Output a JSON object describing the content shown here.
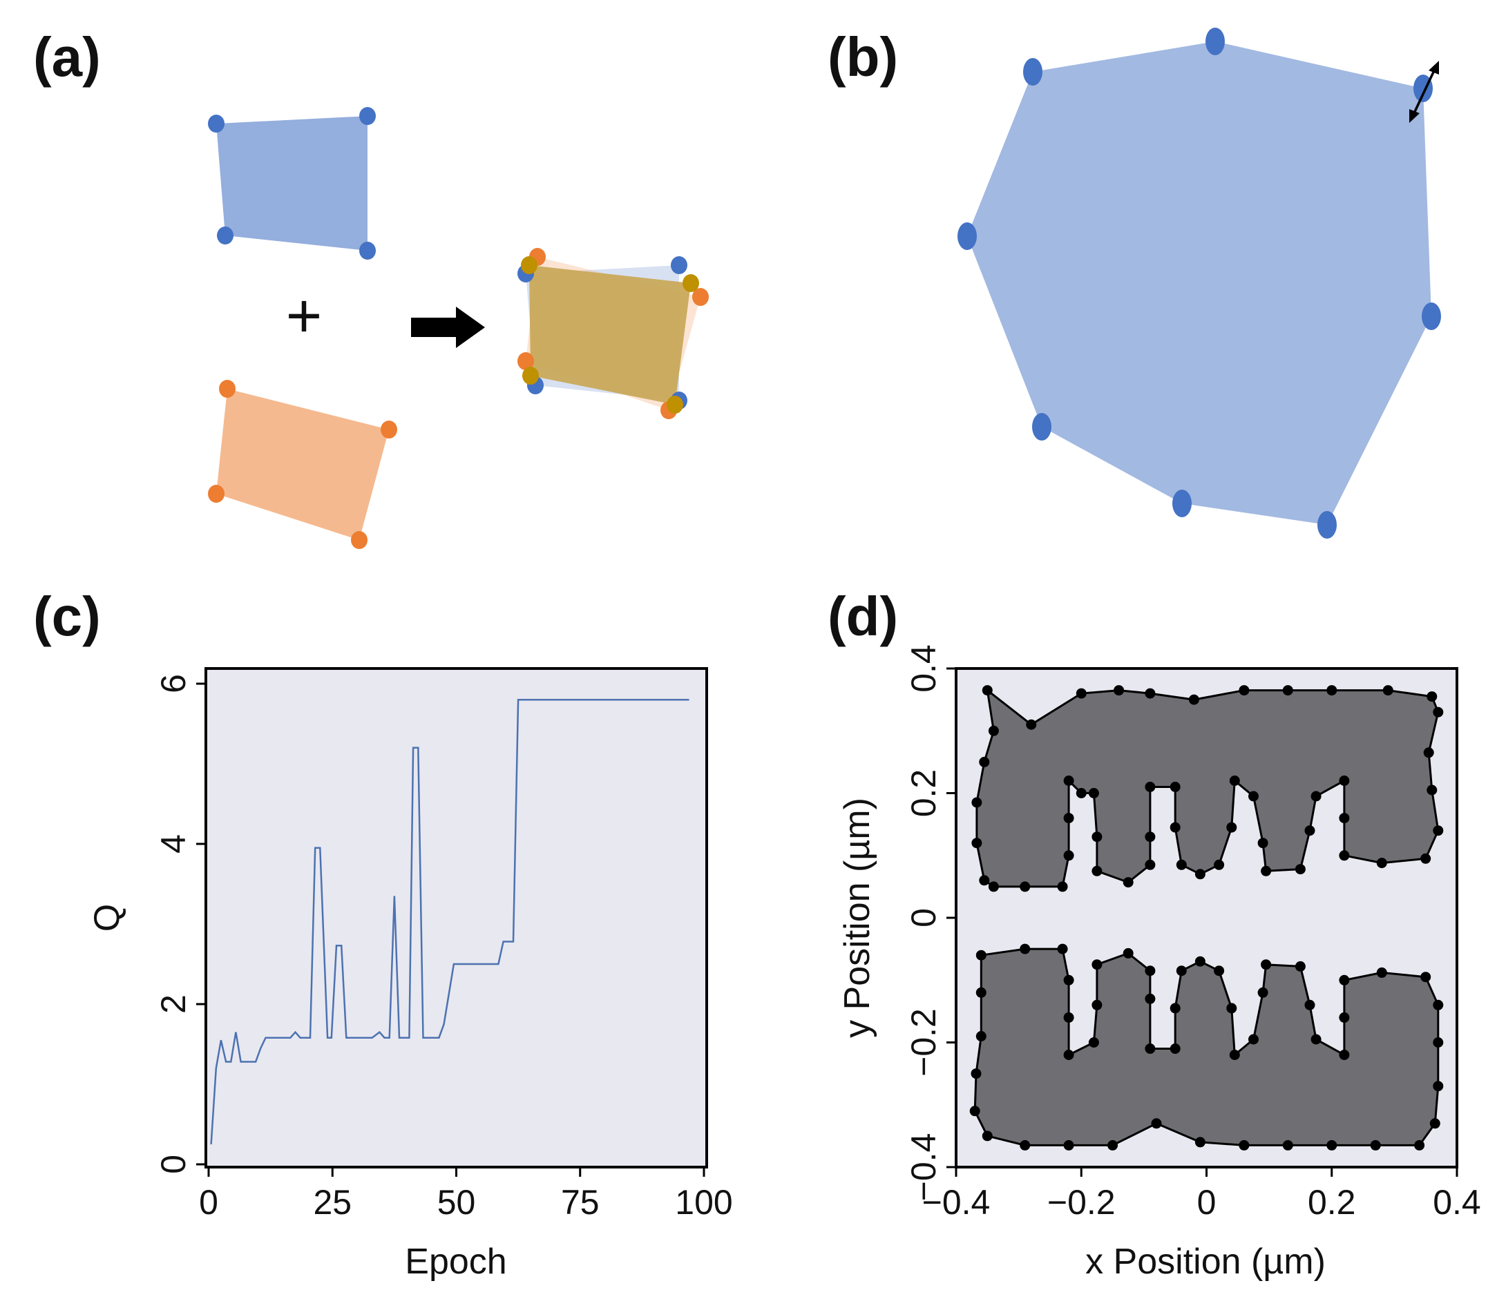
{
  "panels": {
    "a": {
      "label": "(a)",
      "plus_symbol": "+"
    },
    "b": {
      "label": "(b)"
    },
    "c": {
      "label": "(c)"
    },
    "d": {
      "label": "(d)"
    }
  },
  "colors": {
    "blue": "#4472c4",
    "blue_fill": "#8eaadb",
    "orange": "#ed7d31",
    "orange_fill": "#f4b183",
    "olive": "#bf9000",
    "olive_fill": "#c9a95a",
    "plot_bg": "#e8e8f1",
    "line_blue": "#4c72b0",
    "shape_gray": "#6e6e73",
    "black": "#000000"
  },
  "chart_data": [
    {
      "panel": "c",
      "type": "line",
      "xlabel": "Epoch",
      "ylabel": "Q",
      "xlim": [
        0,
        100
      ],
      "ylim": [
        0,
        6
      ],
      "xticks": [
        0,
        25,
        50,
        75,
        100
      ],
      "yticks": [
        0,
        2,
        4,
        6
      ],
      "grid": false,
      "series": [
        {
          "points": [
            [
              0.5,
              0.25
            ],
            [
              1.5,
              1.2
            ],
            [
              2.5,
              1.55
            ],
            [
              3.5,
              1.28
            ],
            [
              4.5,
              1.28
            ],
            [
              5.5,
              1.65
            ],
            [
              6.5,
              1.28
            ],
            [
              9.5,
              1.28
            ],
            [
              10.5,
              1.45
            ],
            [
              11.5,
              1.58
            ],
            [
              16.5,
              1.58
            ],
            [
              17.5,
              1.65
            ],
            [
              18.5,
              1.58
            ],
            [
              20.5,
              1.58
            ],
            [
              21.5,
              3.95
            ],
            [
              22.5,
              3.95
            ],
            [
              24,
              1.58
            ],
            [
              24.8,
              1.58
            ],
            [
              25.8,
              2.73
            ],
            [
              26.8,
              2.73
            ],
            [
              27.8,
              1.58
            ],
            [
              33,
              1.58
            ],
            [
              34.5,
              1.65
            ],
            [
              35.5,
              1.58
            ],
            [
              36.5,
              1.58
            ],
            [
              37.5,
              3.35
            ],
            [
              38.5,
              1.58
            ],
            [
              40.5,
              1.58
            ],
            [
              41.3,
              5.2
            ],
            [
              42.3,
              5.2
            ],
            [
              43.3,
              1.58
            ],
            [
              46.5,
              1.58
            ],
            [
              47.5,
              1.75
            ],
            [
              49.5,
              2.5
            ],
            [
              58.5,
              2.5
            ],
            [
              59.5,
              2.78
            ],
            [
              61.5,
              2.78
            ],
            [
              62.5,
              5.8
            ],
            [
              97,
              5.8
            ]
          ]
        }
      ]
    },
    {
      "panel": "d",
      "type": "area",
      "xlabel": "x Position (µm)",
      "ylabel": "y Position (µm)",
      "xlim": [
        -0.4,
        0.4
      ],
      "ylim": [
        -0.4,
        0.4
      ],
      "xticks": [
        "−0.4",
        "−0.2",
        "0",
        "0.2",
        "0.4"
      ],
      "yticks": [
        "−0.4",
        "−0.2",
        "0",
        "0.2",
        "0.4"
      ],
      "xtick_values": [
        -0.4,
        -0.2,
        0,
        0.2,
        0.4
      ],
      "ytick_values": [
        -0.4,
        -0.2,
        0,
        0.2,
        0.4
      ],
      "grid": false,
      "polygons": [
        [
          [
            -0.35,
            0.365
          ],
          [
            -0.34,
            0.3
          ],
          [
            -0.355,
            0.25
          ],
          [
            -0.367,
            0.185
          ],
          [
            -0.367,
            0.12
          ],
          [
            -0.355,
            0.06
          ],
          [
            -0.34,
            0.05
          ],
          [
            -0.29,
            0.05
          ],
          [
            -0.23,
            0.05
          ],
          [
            -0.22,
            0.1
          ],
          [
            -0.22,
            0.16
          ],
          [
            -0.22,
            0.22
          ],
          [
            -0.2,
            0.2
          ],
          [
            -0.18,
            0.2
          ],
          [
            -0.175,
            0.13
          ],
          [
            -0.175,
            0.075
          ],
          [
            -0.125,
            0.057
          ],
          [
            -0.09,
            0.085
          ],
          [
            -0.09,
            0.13
          ],
          [
            -0.09,
            0.21
          ],
          [
            -0.05,
            0.21
          ],
          [
            -0.05,
            0.145
          ],
          [
            -0.04,
            0.085
          ],
          [
            -0.01,
            0.07
          ],
          [
            0.02,
            0.085
          ],
          [
            0.04,
            0.145
          ],
          [
            0.045,
            0.22
          ],
          [
            0.075,
            0.195
          ],
          [
            0.09,
            0.12
          ],
          [
            0.095,
            0.075
          ],
          [
            0.15,
            0.078
          ],
          [
            0.165,
            0.14
          ],
          [
            0.175,
            0.195
          ],
          [
            0.22,
            0.22
          ],
          [
            0.22,
            0.16
          ],
          [
            0.22,
            0.1
          ],
          [
            0.28,
            0.088
          ],
          [
            0.35,
            0.095
          ],
          [
            0.37,
            0.14
          ],
          [
            0.36,
            0.205
          ],
          [
            0.355,
            0.265
          ],
          [
            0.37,
            0.33
          ],
          [
            0.36,
            0.355
          ],
          [
            0.29,
            0.365
          ],
          [
            0.2,
            0.365
          ],
          [
            0.13,
            0.365
          ],
          [
            0.06,
            0.365
          ],
          [
            -0.02,
            0.35
          ],
          [
            -0.09,
            0.36
          ],
          [
            -0.14,
            0.365
          ],
          [
            -0.2,
            0.36
          ],
          [
            -0.28,
            0.31
          ]
        ],
        [
          [
            -0.36,
            -0.06
          ],
          [
            -0.29,
            -0.05
          ],
          [
            -0.23,
            -0.05
          ],
          [
            -0.22,
            -0.1
          ],
          [
            -0.22,
            -0.16
          ],
          [
            -0.22,
            -0.22
          ],
          [
            -0.18,
            -0.2
          ],
          [
            -0.175,
            -0.14
          ],
          [
            -0.175,
            -0.075
          ],
          [
            -0.125,
            -0.057
          ],
          [
            -0.09,
            -0.085
          ],
          [
            -0.09,
            -0.13
          ],
          [
            -0.09,
            -0.21
          ],
          [
            -0.05,
            -0.21
          ],
          [
            -0.05,
            -0.145
          ],
          [
            -0.04,
            -0.085
          ],
          [
            -0.01,
            -0.07
          ],
          [
            0.02,
            -0.085
          ],
          [
            0.04,
            -0.145
          ],
          [
            0.045,
            -0.22
          ],
          [
            0.075,
            -0.195
          ],
          [
            0.09,
            -0.12
          ],
          [
            0.095,
            -0.075
          ],
          [
            0.15,
            -0.078
          ],
          [
            0.165,
            -0.14
          ],
          [
            0.175,
            -0.195
          ],
          [
            0.22,
            -0.22
          ],
          [
            0.22,
            -0.16
          ],
          [
            0.22,
            -0.1
          ],
          [
            0.28,
            -0.088
          ],
          [
            0.35,
            -0.095
          ],
          [
            0.37,
            -0.14
          ],
          [
            0.37,
            -0.2
          ],
          [
            0.37,
            -0.27
          ],
          [
            0.365,
            -0.33
          ],
          [
            0.34,
            -0.365
          ],
          [
            0.27,
            -0.365
          ],
          [
            0.2,
            -0.365
          ],
          [
            0.13,
            -0.365
          ],
          [
            0.06,
            -0.365
          ],
          [
            -0.01,
            -0.36
          ],
          [
            -0.08,
            -0.33
          ],
          [
            -0.15,
            -0.365
          ],
          [
            -0.22,
            -0.365
          ],
          [
            -0.29,
            -0.365
          ],
          [
            -0.35,
            -0.35
          ],
          [
            -0.37,
            -0.31
          ],
          [
            -0.368,
            -0.25
          ],
          [
            -0.36,
            -0.19
          ],
          [
            -0.36,
            -0.12
          ]
        ]
      ]
    }
  ]
}
